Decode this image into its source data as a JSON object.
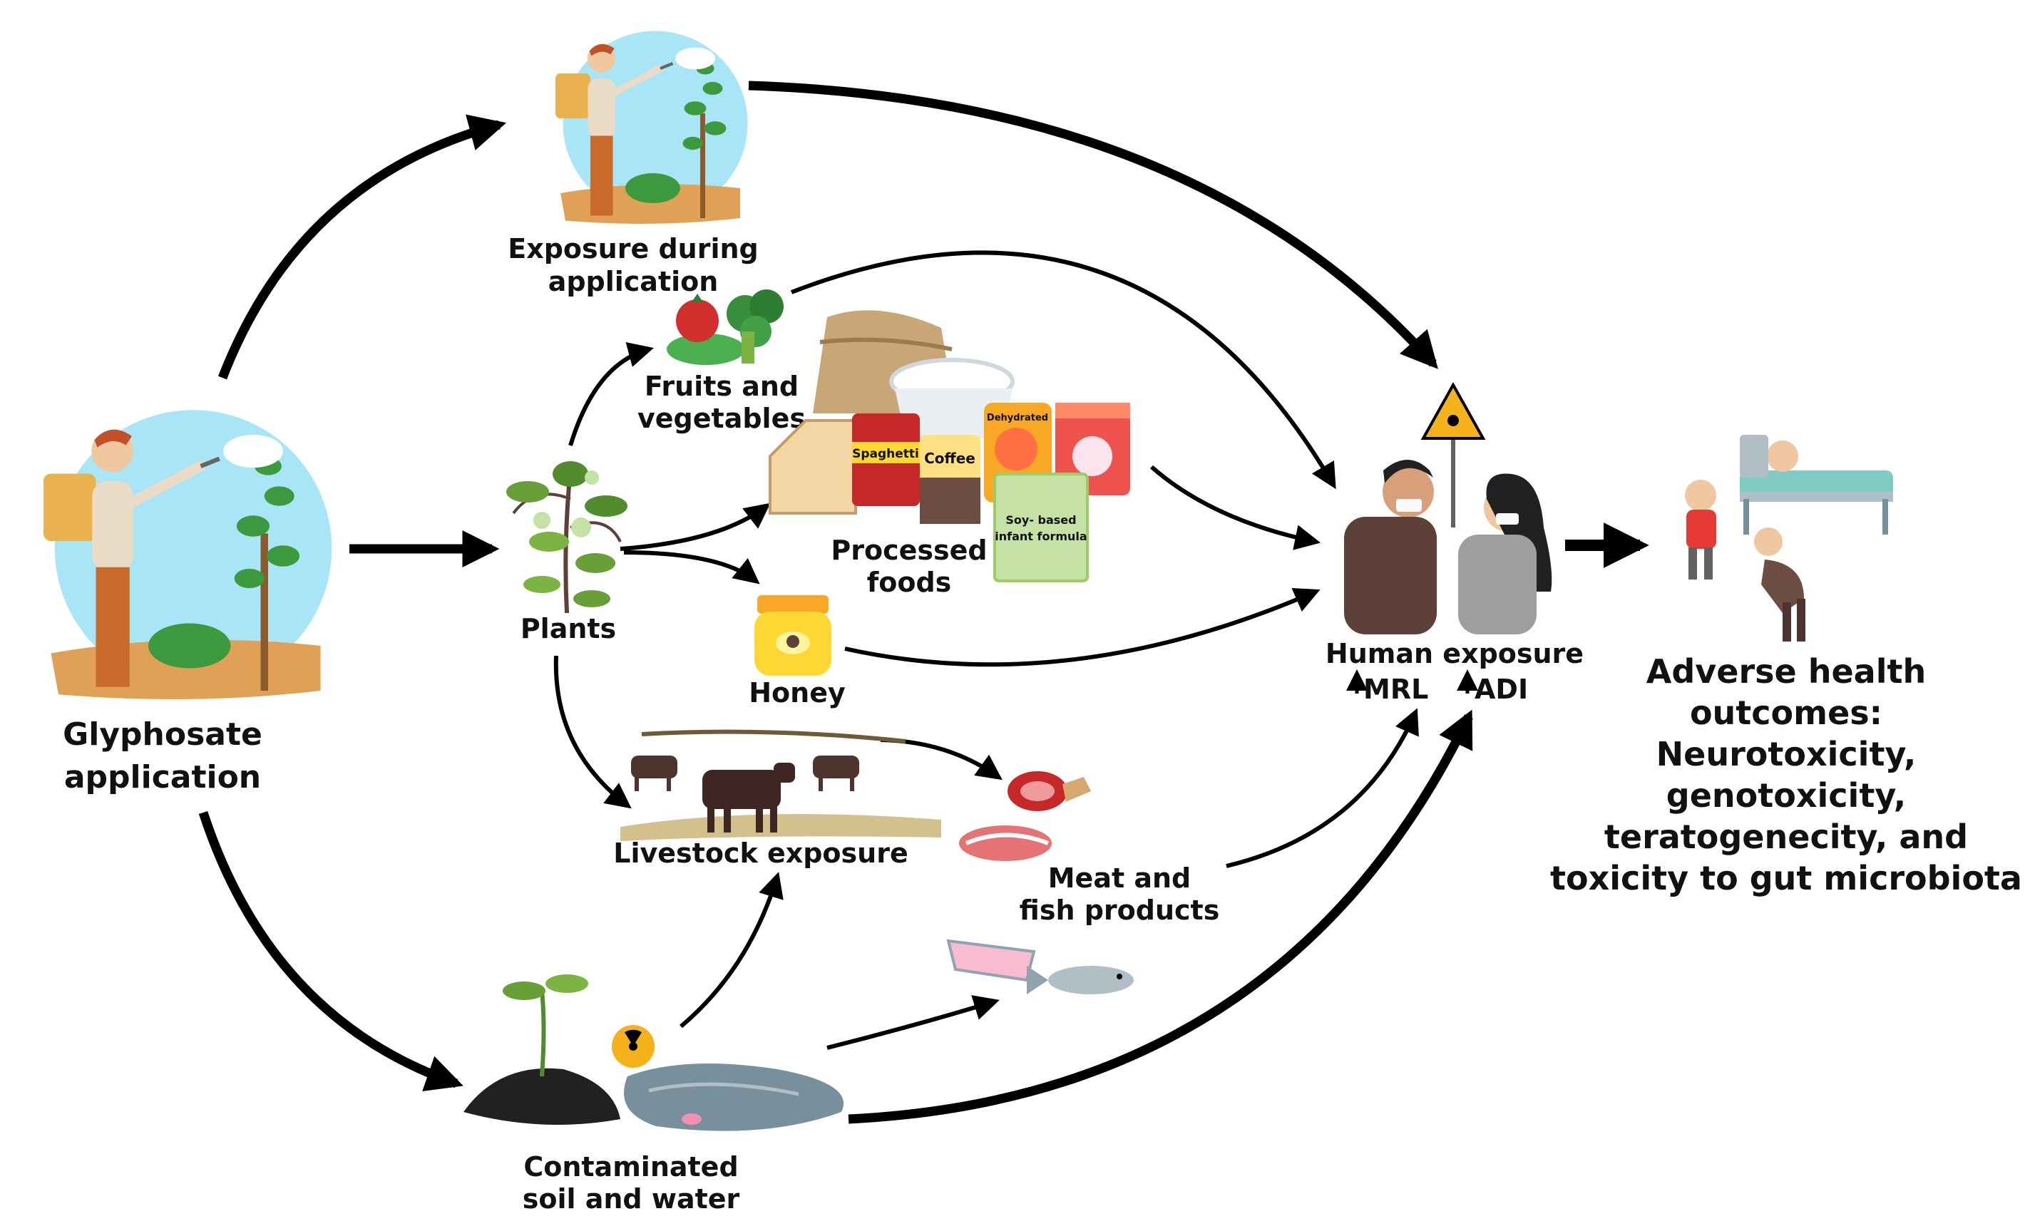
{
  "nodes": {
    "glyphosate_application": {
      "line1": "Glyphosate",
      "line2": "application",
      "icon": "farmer-spraying-icon"
    },
    "exposure_application": {
      "line1": "Exposure during",
      "line2": "application",
      "icon": "farmer-spraying-icon"
    },
    "fruits_vegetables": {
      "line1": "Fruits and",
      "line2": "vegetables",
      "icon": "vegetables-icon"
    },
    "plants": {
      "label": "Plants",
      "icon": "plant-icon"
    },
    "processed_foods": {
      "line1": "Processed",
      "line2": "foods",
      "icon": "packaged-food-icon"
    },
    "honey": {
      "label": "Honey",
      "icon": "honey-jar-icon"
    },
    "livestock": {
      "label": "Livestock exposure",
      "icon": "cattle-icon"
    },
    "meat_fish": {
      "line1": "Meat and",
      "line2": "fish products",
      "icon": "meat-icon"
    },
    "contaminated": {
      "line1": "Contaminated",
      "line2": "soil and water",
      "icon": "soil-water-icon"
    },
    "human_exposure": {
      "label": "Human exposure",
      "mrl": "MRL",
      "adi": "ADI",
      "icon": "people-masks-icon"
    },
    "adverse": {
      "line1": "Adverse health",
      "line2": "outcomes:",
      "line3": "Neurotoxicity,",
      "line4": "genotoxicity,",
      "line5": "teratogenecity, and",
      "line6": "toxicity to gut microbiota",
      "icon": "sick-people-icon"
    }
  },
  "food_labels": {
    "spaghetti": "Spaghetti",
    "coffee": "Coffee",
    "infant_formula_1": "Soy- based",
    "infant_formula_2": "infant formula",
    "dehydrated": "Dehydrated"
  },
  "colors": {
    "arrow": "#000000",
    "sky": "#a8e6f7",
    "ground": "#e0a157",
    "leaf": "#3c9a3e",
    "hazard": "#f5b21b"
  }
}
